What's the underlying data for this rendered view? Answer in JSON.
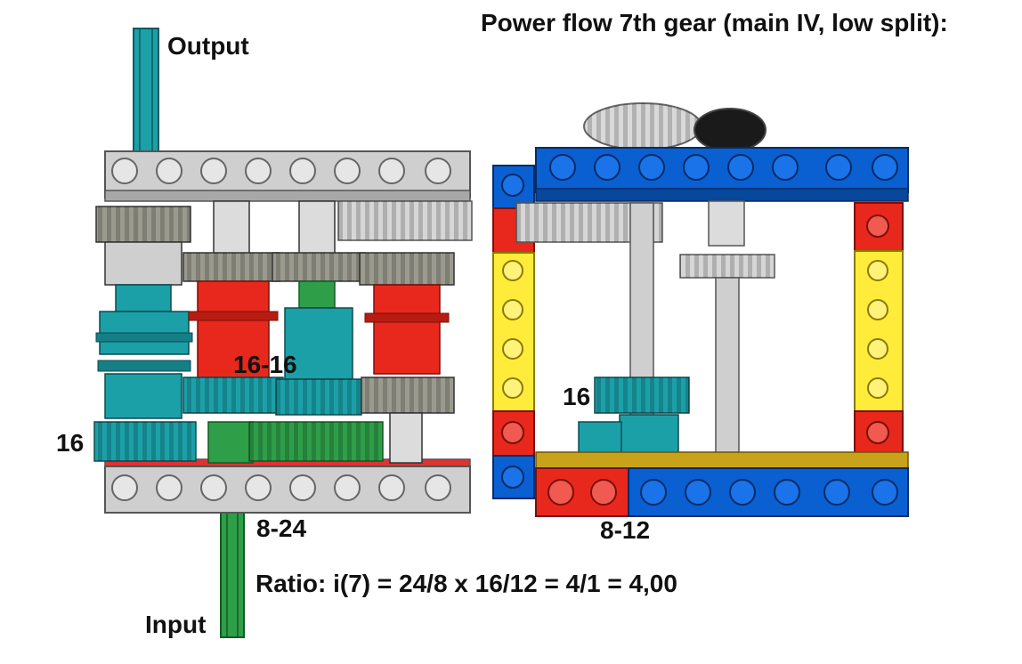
{
  "title": "Power flow 7th gear (main IV, low split):",
  "shafts": {
    "output_label": "Output",
    "input_label": "Input"
  },
  "gear_labels": {
    "left_bottom": "16",
    "middle": "16-16",
    "input_pair": "8-24",
    "right_gear": "16",
    "right_pair": "8-12"
  },
  "ratio_text": "Ratio: i(7) = 24/8 x 16/12 = 4/1 = 4,00",
  "colors": {
    "teal": "#1ba0a8",
    "red": "#e8281c",
    "green": "#2e9e48",
    "gray": "#cfcfcf",
    "dark_gray": "#9a9a8e",
    "blue": "#0a5fd1",
    "yellow": "#ffec3a",
    "black": "#1a1a1a"
  }
}
